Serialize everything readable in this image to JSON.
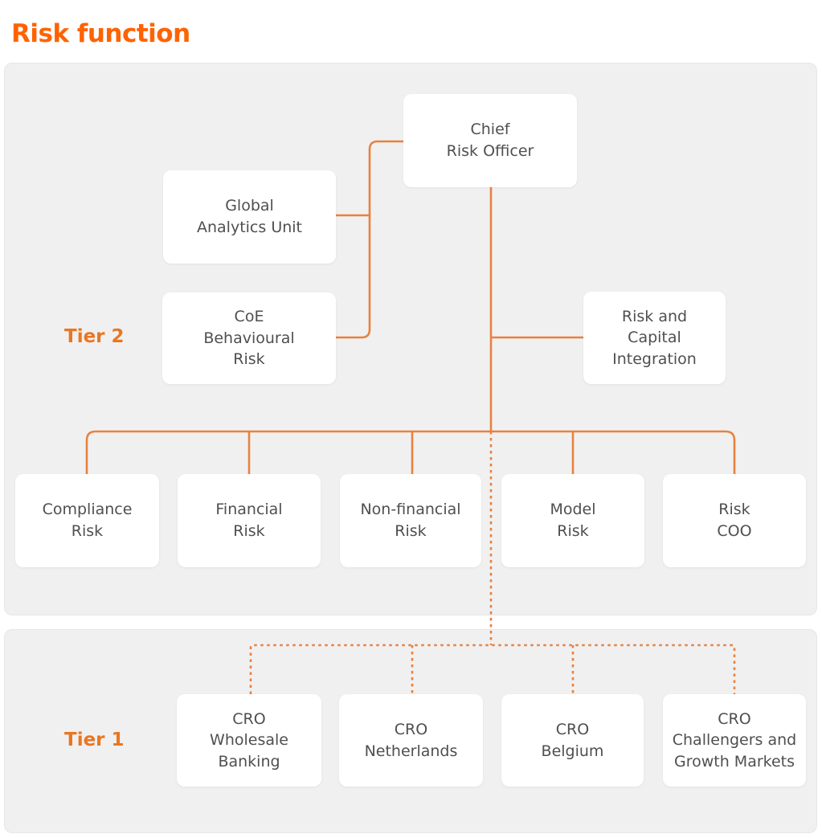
{
  "page": {
    "title": "Risk function"
  },
  "colors": {
    "title_orange": "#FF6200",
    "tier_label_orange": "#E87722",
    "connector_orange": "#E8823E",
    "panel_background": "#F0F0F1",
    "node_background": "#FFFFFF",
    "node_text": "#4F4F52"
  },
  "tiers": {
    "tier2_label": "Tier 2",
    "tier1_label": "Tier 1"
  },
  "nodes": {
    "chief_risk_officer": {
      "label": "Chief\nRisk Officer"
    },
    "global_analytics_unit": {
      "label": "Global\nAnalytics Unit"
    },
    "coe_behavioural_risk": {
      "label": "CoE\nBehavioural\nRisk"
    },
    "risk_and_capital_integration": {
      "label": "Risk and\nCapital\nIntegration"
    },
    "compliance_risk": {
      "label": "Compliance\nRisk"
    },
    "financial_risk": {
      "label": "Financial\nRisk"
    },
    "non_financial_risk": {
      "label": "Non-financial\nRisk"
    },
    "model_risk": {
      "label": "Model\nRisk"
    },
    "risk_coo": {
      "label": "Risk\nCOO"
    },
    "cro_wholesale_banking": {
      "label": "CRO\nWholesale\nBanking"
    },
    "cro_netherlands": {
      "label": "CRO\nNetherlands"
    },
    "cro_belgium": {
      "label": "CRO\nBelgium"
    },
    "cro_challengers_growth_markets": {
      "label": "CRO\nChallengers and\nGrowth Markets"
    }
  },
  "edges": [
    {
      "from": "chief_risk_officer",
      "to": "global_analytics_unit",
      "style": "solid"
    },
    {
      "from": "chief_risk_officer",
      "to": "coe_behavioural_risk",
      "style": "solid"
    },
    {
      "from": "chief_risk_officer",
      "to": "risk_and_capital_integration",
      "style": "solid"
    },
    {
      "from": "chief_risk_officer",
      "to": "compliance_risk",
      "style": "solid"
    },
    {
      "from": "chief_risk_officer",
      "to": "financial_risk",
      "style": "solid"
    },
    {
      "from": "chief_risk_officer",
      "to": "non_financial_risk",
      "style": "solid"
    },
    {
      "from": "chief_risk_officer",
      "to": "model_risk",
      "style": "solid"
    },
    {
      "from": "chief_risk_officer",
      "to": "risk_coo",
      "style": "solid"
    },
    {
      "from": "chief_risk_officer",
      "to": "cro_wholesale_banking",
      "style": "dashed"
    },
    {
      "from": "chief_risk_officer",
      "to": "cro_netherlands",
      "style": "dashed"
    },
    {
      "from": "chief_risk_officer",
      "to": "cro_belgium",
      "style": "dashed"
    },
    {
      "from": "chief_risk_officer",
      "to": "cro_challengers_growth_markets",
      "style": "dashed"
    }
  ]
}
